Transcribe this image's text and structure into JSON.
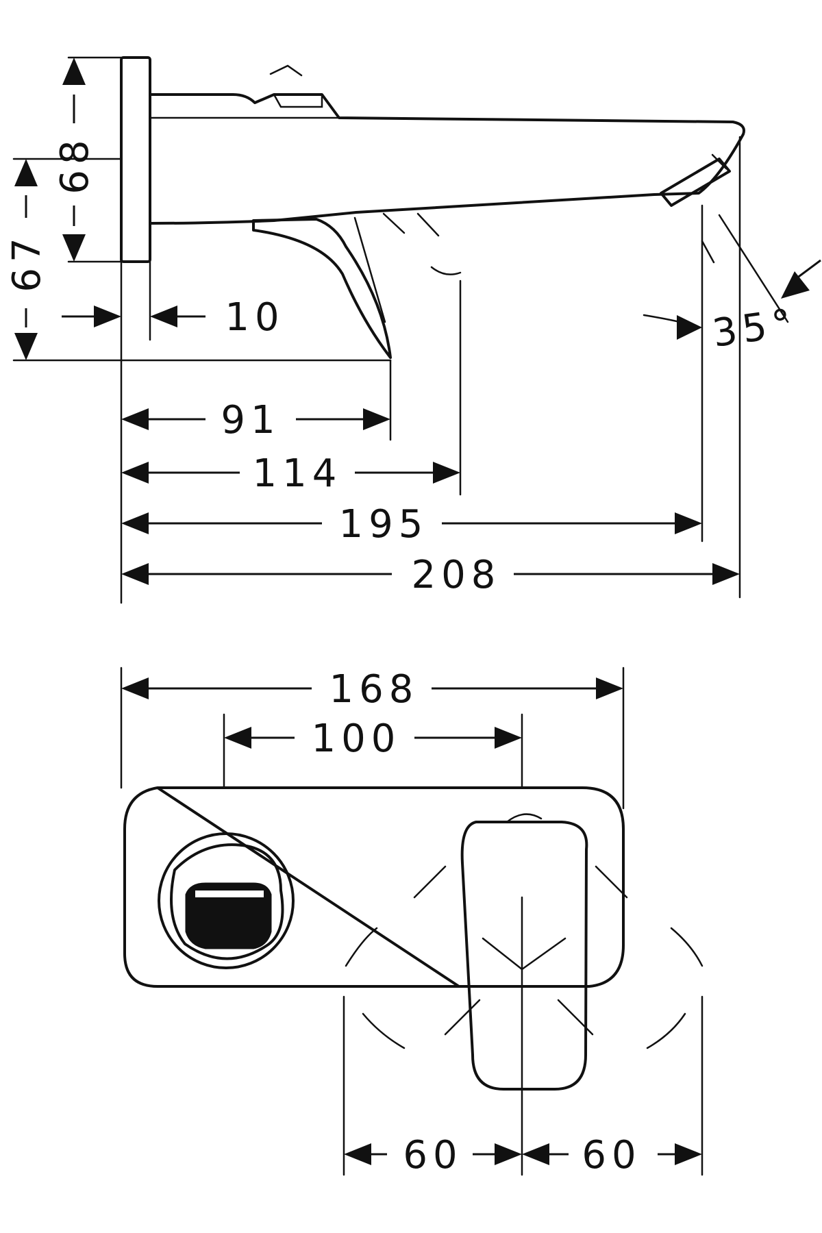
{
  "side_view": {
    "dims": {
      "d68": "68",
      "d67": "67",
      "d10": "10",
      "d91": "91",
      "d114": "114",
      "d195": "195",
      "d208": "208",
      "angle": "35°"
    }
  },
  "front_view": {
    "dims": {
      "d168": "168",
      "d100": "100",
      "d60_left": "60",
      "d60_right": "60"
    }
  },
  "colors": {
    "line": "#111111",
    "background": "#ffffff"
  }
}
